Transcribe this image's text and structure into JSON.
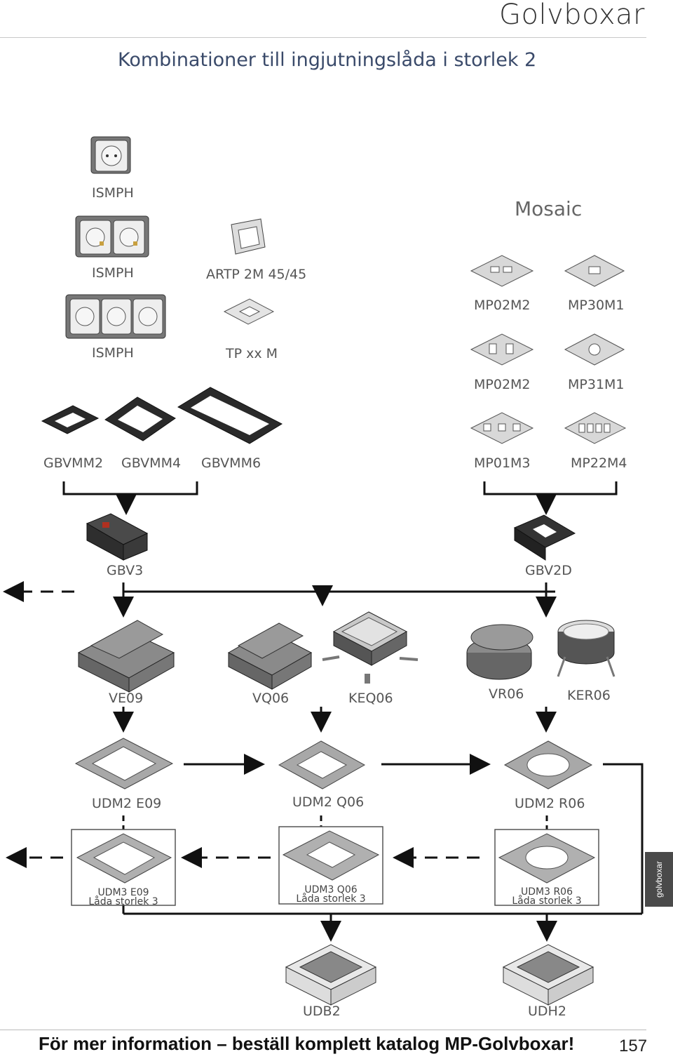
{
  "header": {
    "title": "Golvboxar",
    "subtitle": "Kombinationer till ingjutningslåda i storlek 2"
  },
  "mosaic_heading": "Mosaic",
  "labels": {
    "ismph_1": "ISMPH",
    "ismph_2": "ISMPH",
    "ismph_3": "ISMPH",
    "artp": "ARTP 2M 45/45",
    "tp": "TP xx M",
    "mp02m2_a": "MP02M2",
    "mp30m1": "MP30M1",
    "mp02m2_b": "MP02M2",
    "mp31m1": "MP31M1",
    "mp01m3": "MP01M3",
    "mp22m4": "MP22M4",
    "gbvmm2": "GBVMM2",
    "gbvmm4": "GBVMM4",
    "gbvmm6": "GBVMM6",
    "gbv3": "GBV3",
    "gbv2d": "GBV2D",
    "ve09": "VE09",
    "vq06": "VQ06",
    "keq06": "KEQ06",
    "vr06": "VR06",
    "ker06": "KER06",
    "udm2_e09": "UDM2 E09",
    "udm2_q06": "UDM2 Q06",
    "udm2_r06": "UDM2 R06",
    "udm3_e09": "UDM3 E09",
    "udm3_q06": "UDM3 Q06",
    "udm3_r06": "UDM3 R06",
    "lada_1": "Låda storlek 3",
    "lada_2": "Låda storlek 3",
    "lada_3": "Låda storlek 3",
    "udb2": "UDB2",
    "udh2": "UDH2"
  },
  "side_tab": "golvboxar",
  "footer": {
    "text": "För mer information – beställ komplett katalog MP-Golvboxar!",
    "page_number": "157"
  },
  "colors": {
    "subtitle": "#3a4a6a",
    "side_tab_bg": "#4a4a4a",
    "frame": "#2a2a2a",
    "metal": "#9a9a9a"
  }
}
